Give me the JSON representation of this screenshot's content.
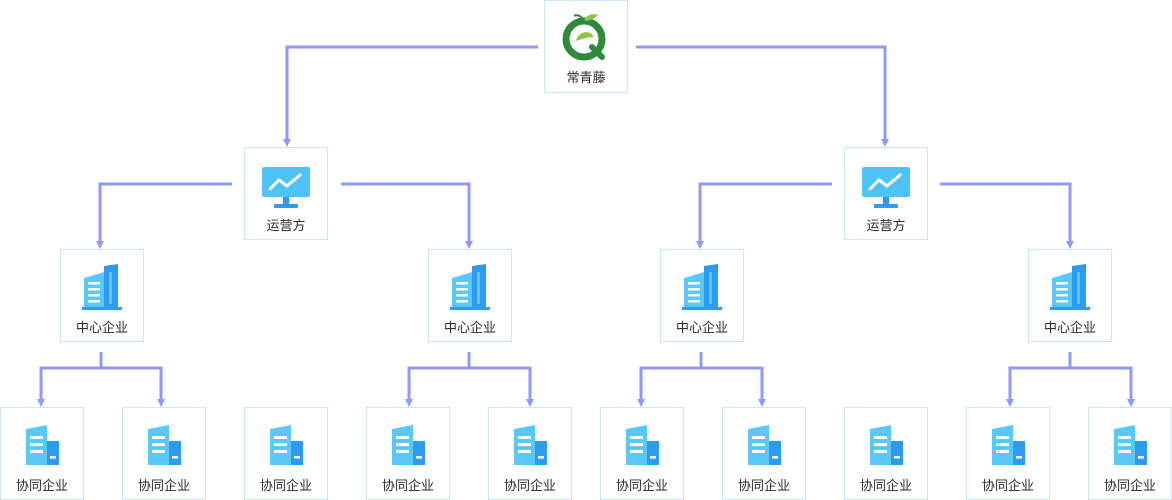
{
  "root": {
    "label": "常青藤"
  },
  "operators": [
    {
      "label": "运营方"
    },
    {
      "label": "运营方"
    }
  ],
  "centers": [
    {
      "label": "中心企业"
    },
    {
      "label": "中心企业"
    },
    {
      "label": "中心企业"
    },
    {
      "label": "中心企业"
    }
  ],
  "partners": [
    {
      "label": "协同企业"
    },
    {
      "label": "协同企业"
    },
    {
      "label": "协同企业"
    },
    {
      "label": "协同企业"
    },
    {
      "label": "协同企业"
    },
    {
      "label": "协同企业"
    },
    {
      "label": "协同企业"
    },
    {
      "label": "协同企业"
    },
    {
      "label": "协同企业"
    },
    {
      "label": "协同企业"
    }
  ],
  "colors": {
    "connector": "#8f9af8",
    "node_border": "#c9e6f6",
    "logo_green": "#2f8a3a",
    "icon_blue": "#5ac8fa",
    "icon_blue_dark": "#2f9bf0"
  },
  "icons": {
    "root": "ivy-logo-icon",
    "operator": "monitor-chart-icon",
    "center": "building-icon",
    "partner": "office-building-icon"
  }
}
